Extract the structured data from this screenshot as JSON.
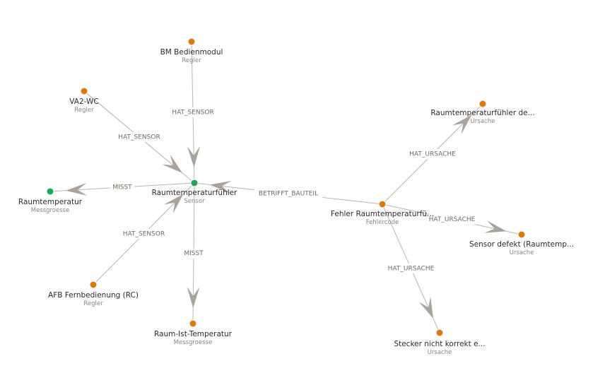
{
  "colors": {
    "regler": "#dc7a12",
    "sensor": "#1ea55a",
    "messgroesse_green": "#1ea55a",
    "orange": "#dc7a12",
    "edge": "#b9b5ae",
    "arrow": "#a8a39c"
  },
  "nodes": [
    {
      "id": "bm",
      "label": "BM Bedienmodul",
      "type": "Regler",
      "color": "#dc7a12"
    },
    {
      "id": "va2",
      "label": "VA2-WC",
      "type": "Regler",
      "color": "#dc7a12"
    },
    {
      "id": "sensor",
      "label": "Raumtemperaturfühler",
      "type": "Sensor",
      "color": "#1ea55a"
    },
    {
      "id": "raumtemp",
      "label": "Raumtemperatur",
      "type": "Messgroesse",
      "color": "#1ea55a"
    },
    {
      "id": "afb",
      "label": "AFB Fernbedienung (RC)",
      "type": "Regler",
      "color": "#dc7a12"
    },
    {
      "id": "raumist",
      "label": "Raum-Ist-Temperatur",
      "type": "Messgroesse",
      "color": "#dc7a12"
    },
    {
      "id": "fehler",
      "label": "Fehler Raumtemperaturfü...",
      "type": "Fehlercode",
      "color": "#dc7a12"
    },
    {
      "id": "u1",
      "label": "Raumtemperaturfühler de...",
      "type": "Ursache",
      "color": "#dc7a12"
    },
    {
      "id": "u2",
      "label": "Sensor defekt (Raumtemp...",
      "type": "Ursache",
      "color": "#dc7a12"
    },
    {
      "id": "u3",
      "label": "Stecker nicht korrekt e...",
      "type": "Ursache",
      "color": "#dc7a12"
    }
  ],
  "edges": [
    {
      "from": "bm",
      "to": "sensor",
      "label": "HAT_SENSOR"
    },
    {
      "from": "va2",
      "to": "sensor",
      "label": "HAT_SENSOR"
    },
    {
      "from": "afb",
      "to": "sensor",
      "label": "HAT_SENSOR"
    },
    {
      "from": "sensor",
      "to": "raumtemp",
      "label": "MISST"
    },
    {
      "from": "sensor",
      "to": "raumist",
      "label": "MISST"
    },
    {
      "from": "fehler",
      "to": "sensor",
      "label": "BETRIFFT_BAUTEIL"
    },
    {
      "from": "fehler",
      "to": "u1",
      "label": "HAT_URSACHE"
    },
    {
      "from": "fehler",
      "to": "u2",
      "label": "HAT_URSACHE"
    },
    {
      "from": "fehler",
      "to": "u3",
      "label": "HAT_URSACHE"
    }
  ]
}
